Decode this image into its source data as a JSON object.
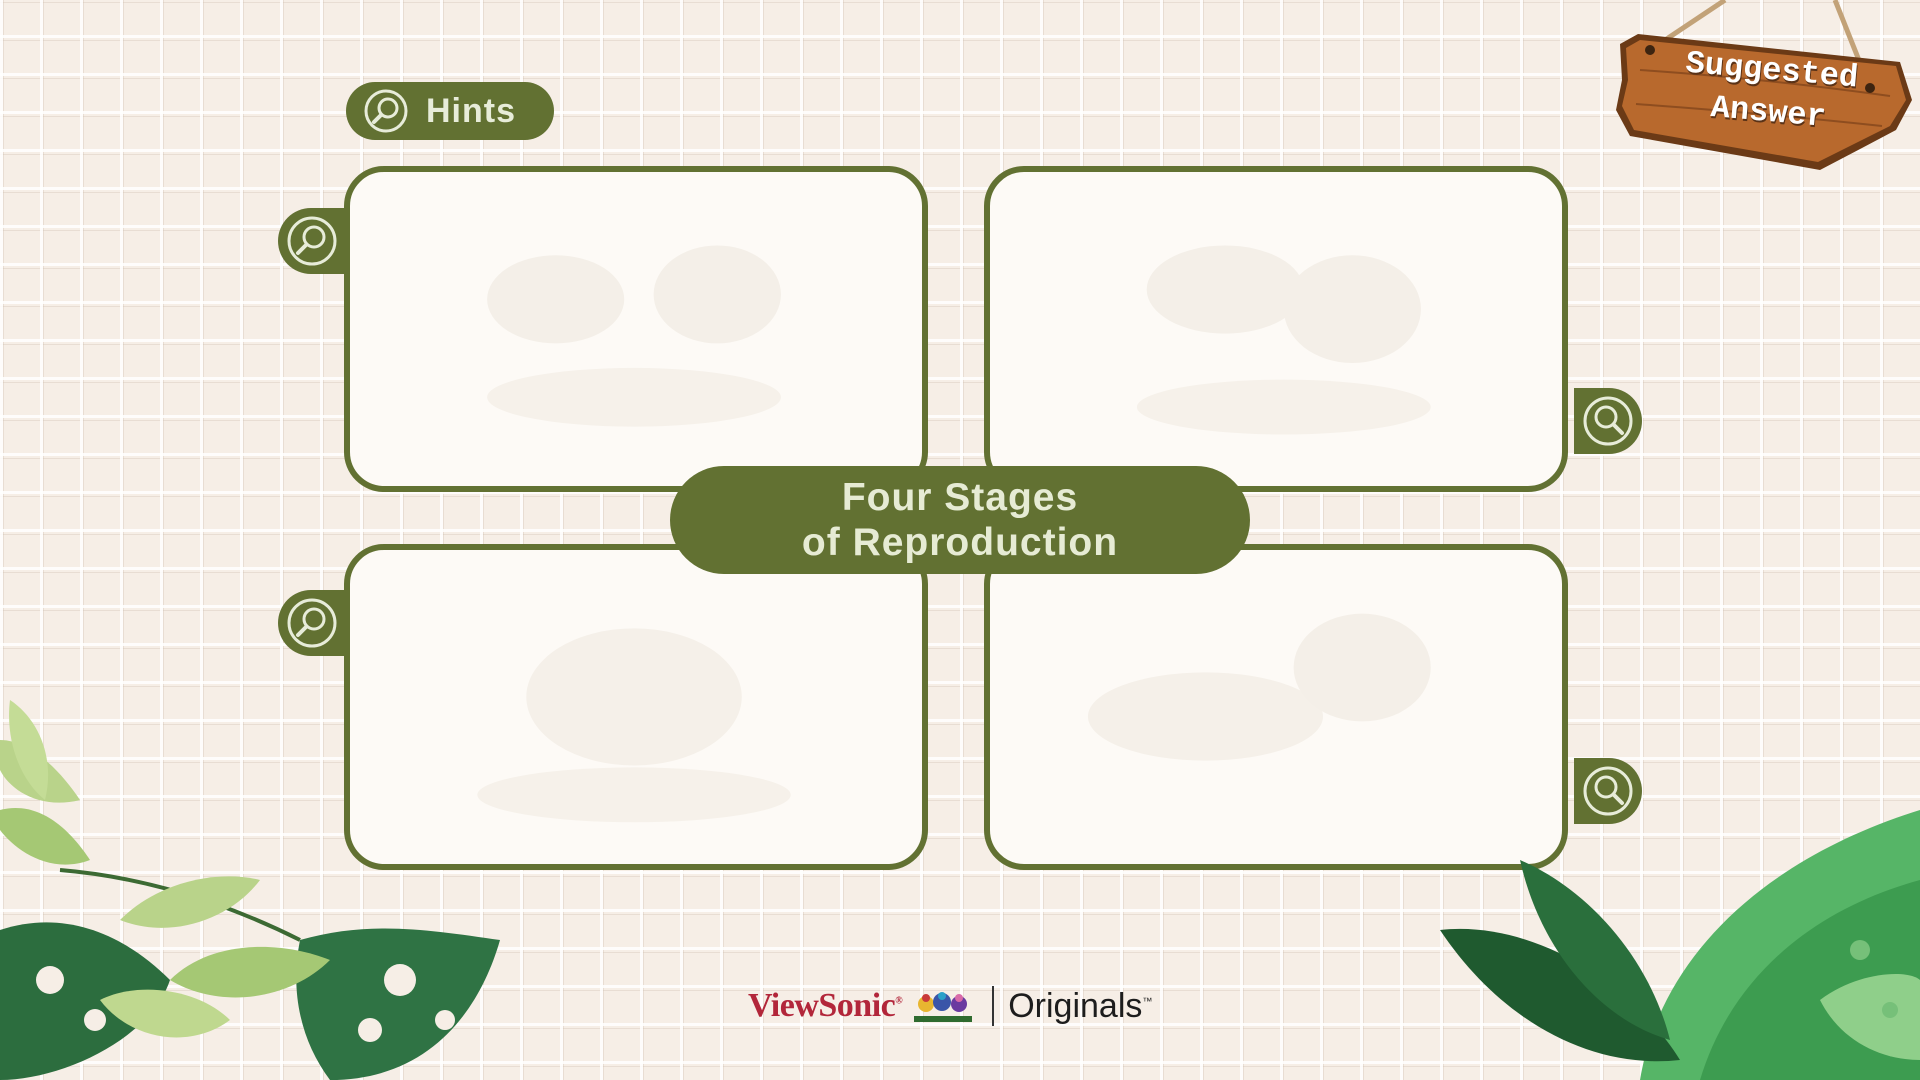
{
  "hints": {
    "label": "Hints"
  },
  "title": {
    "line1": "Four Stages",
    "line2": "of Reproduction"
  },
  "sign": {
    "line1": "Suggested",
    "line2": "Answer"
  },
  "footer": {
    "brand": "ViewSonic",
    "brand_mark": "®",
    "originals": "Originals",
    "originals_mark": "™"
  },
  "icons": {
    "hint_tab": "magnifier-icon"
  },
  "colors": {
    "accent": "#627132",
    "card_bg": "#fdfaf6",
    "background": "#f6eee6",
    "sign_wood": "#b8692d",
    "brand_red": "#b2263a"
  }
}
